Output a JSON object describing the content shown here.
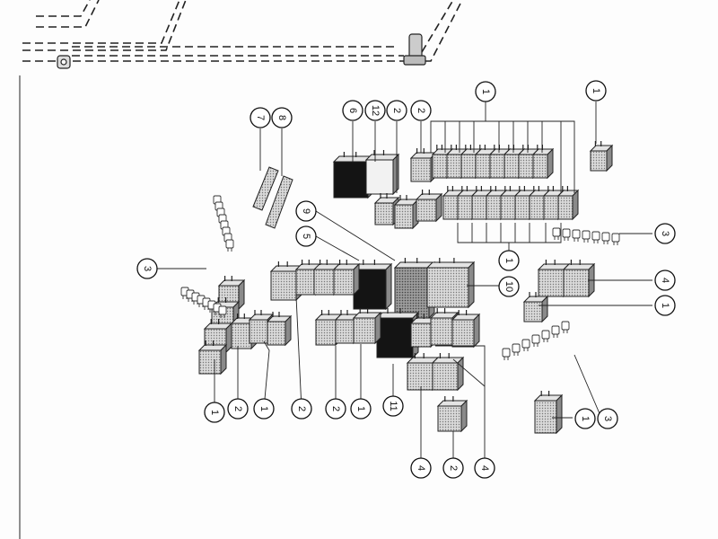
{
  "colors": {
    "ink": "#1a1a1a",
    "relay_fill": "#9a9a9a",
    "relay_light": "#c8c8c8",
    "relay_dark": "#111111",
    "paper": "#fdfdfd"
  },
  "callouts": {
    "c1": "1",
    "c2": "1",
    "c3": "3",
    "c4": "4",
    "c5": "1",
    "c6": "10",
    "c7": "1",
    "c8": "3",
    "c9": "9",
    "c10": "5",
    "c11": "6",
    "c12": "12",
    "c13": "2",
    "c14": "2",
    "c15": "7",
    "c16": "8",
    "c17": "3",
    "c18": "1",
    "c19": "2",
    "c20": "1",
    "c21": "2",
    "c22": "2",
    "c23": "1",
    "c24": "11",
    "c25": "4",
    "c26": "2",
    "c27": "4"
  }
}
